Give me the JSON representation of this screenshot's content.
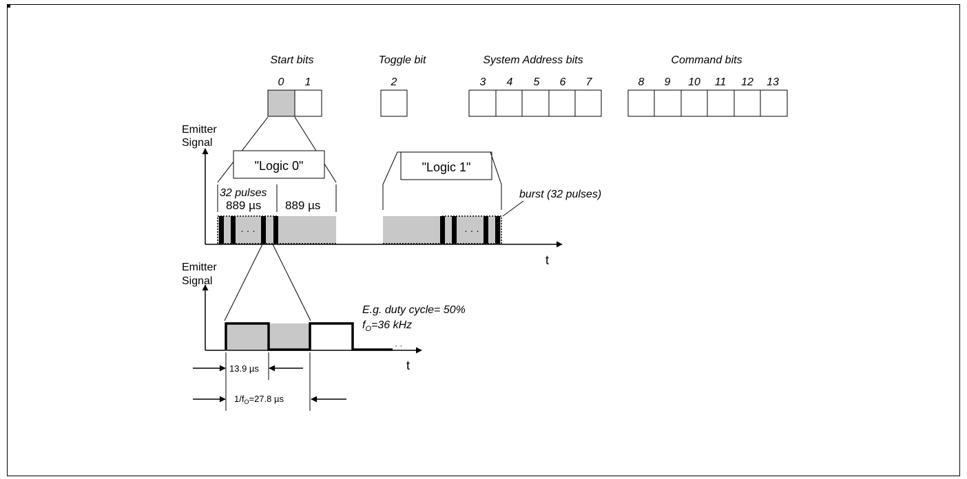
{
  "frame": {
    "groups": {
      "start": "Start bits",
      "toggle": "Toggle bit",
      "system": "System Address bits",
      "command": "Command bits"
    },
    "bit_numbers": [
      "0",
      "1",
      "2",
      "3",
      "4",
      "5",
      "6",
      "7",
      "8",
      "9",
      "10",
      "11",
      "12",
      "13"
    ],
    "emitter_label_line1": "Emitter",
    "emitter_label_line2": "Signal",
    "logic0": "\"Logic 0\"",
    "logic1": "\"Logic 1\"",
    "pulses_label": "32 pulses",
    "half_bit_1": "889 µs",
    "half_bit_2": "889 µs",
    "burst_label": "burst (32 pulses)",
    "dots": "· · ·",
    "axis_t": "t",
    "duty_cycle": "E.g. duty cycle= 50%",
    "fo_prefix": "f",
    "fo_sub": "O",
    "fo_suffix": "=36 kHz",
    "carrier_dots": "· ·",
    "dim_half": "13.9 µs",
    "dim_period_prefix": "1/f",
    "dim_period_sub": "O",
    "dim_period_suffix": "=27.8 µs"
  },
  "colors": {
    "fill_gray": "#c8c8c8",
    "line": "#000000"
  }
}
